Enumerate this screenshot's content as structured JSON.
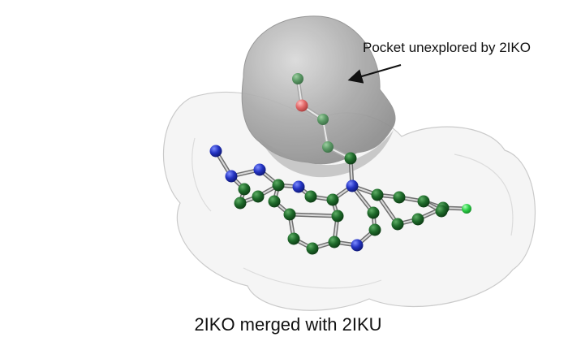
{
  "figure": {
    "annotation": "Pocket unexplored by 2IKO",
    "caption": "2IKO merged with 2IKU"
  },
  "colors": {
    "carbon": "#1d6b2a",
    "nitrogen": "#1f2fb8",
    "oxygen": "#e05050",
    "chlorine": "#2fd04a",
    "pocket": "#9a9a9a",
    "surface": "#f4f4f4"
  },
  "atom_types": [
    "C",
    "N",
    "O",
    "Cl"
  ]
}
